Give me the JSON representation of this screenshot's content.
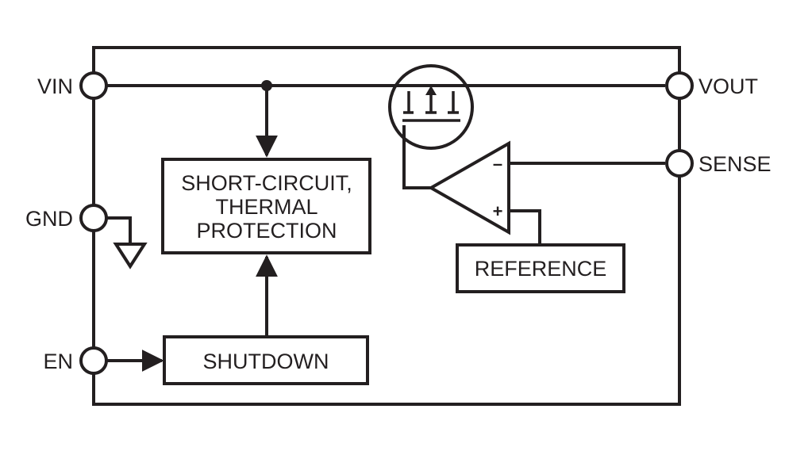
{
  "pins": {
    "vin": "VIN",
    "vout": "VOUT",
    "sense": "SENSE",
    "gnd": "GND",
    "en": "EN"
  },
  "blocks": {
    "protection": [
      "SHORT-CIRCUIT,",
      "THERMAL",
      "PROTECTION"
    ],
    "shutdown": "SHUTDOWN",
    "reference": "REFERENCE"
  },
  "amplifier": {
    "inverting_sign": "–",
    "noninverting_sign": "+"
  },
  "colors": {
    "line": "#231f20",
    "background": "#ffffff"
  },
  "icons": {
    "pass_transistor": "pmos-transistor-icon",
    "ground": "ground-symbol-icon",
    "error_amp": "op-amp-triangle-icon"
  }
}
